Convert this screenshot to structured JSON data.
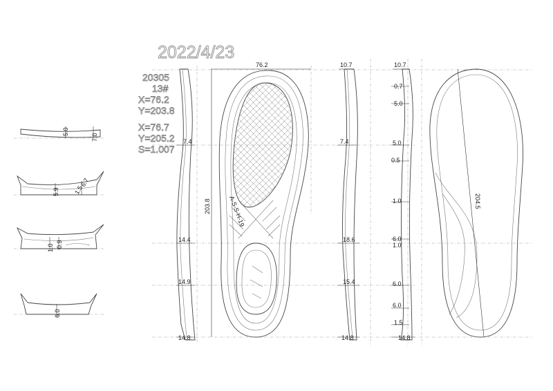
{
  "header": {
    "date": "2022/4/23",
    "model": "20305",
    "size": "13#",
    "x1": "X=76.2",
    "y1": "Y=203.8",
    "x2": "X=76.7",
    "y2": "Y=205.2",
    "scale": "S=1.007"
  },
  "sole_text": "A-S-S-H-19",
  "dimensions": {
    "top_width": "76.2",
    "top_height": "10.7",
    "side_top": "10.7",
    "length_left": "203.8",
    "length_right": "204.5",
    "d_5_0": "5.0",
    "d_7_0": "7.0",
    "d_5_9": "5.9",
    "d_6_7": "6.7",
    "d_1_5": "1.5",
    "d_1_0": "1.0",
    "d_0_9": "0.9",
    "d_6_0": "6.0",
    "d_7_4": "7.4",
    "d_14_4": "14.4",
    "d_14_9": "14.9",
    "d_14_8": "14.8",
    "d_18_6": "18.6",
    "d_15_4": "15.4",
    "d_0_7": "0.7",
    "d_0_5": "0.5"
  },
  "colors": {
    "line": "#444444",
    "guide": "#9a9a9a",
    "background": "#ffffff"
  }
}
